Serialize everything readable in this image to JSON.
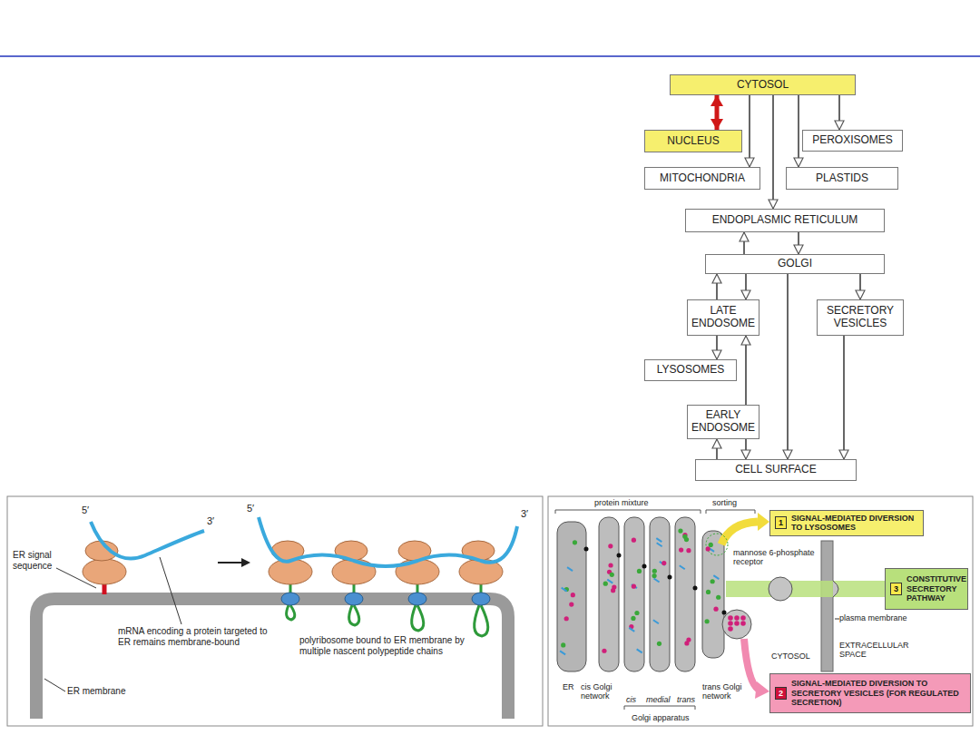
{
  "diagram": {
    "nodes": [
      {
        "text": [
          "CYTOSOL"
        ]
      },
      {
        "text": [
          "NUCLEUS"
        ]
      },
      {
        "text": [
          "PEROXISOMES"
        ]
      },
      {
        "text": [
          "MITOCHONDRIA"
        ]
      },
      {
        "text": [
          "PLASTIDS"
        ]
      },
      {
        "text": [
          "ENDOPLASMIC RETICULUM"
        ]
      },
      {
        "text": [
          "GOLGI"
        ]
      },
      {
        "text": [
          "LATE ENDOSOME"
        ]
      },
      {
        "text": [
          "SECRETORY VESICLES"
        ]
      },
      {
        "text": [
          "LYSOSOMES"
        ]
      },
      {
        "text": [
          "EARLY ENDOSOME"
        ]
      },
      {
        "text": [
          "CELL SURFACE"
        ]
      },
      {
        "text": [
          "1",
          "SIGNAL-MEDIATED DIVERSION TO LYSOSOMES"
        ]
      },
      {
        "text": [
          "3",
          "CONSTITUTIVE SECRETORY PATHWAY"
        ]
      },
      {
        "text": [
          "2",
          "SIGNAL-MEDIATED DIVERSION TO SECRETORY VESICLES (FOR REGULATED SECRETION)"
        ]
      }
    ],
    "edges": [
      {
        "from": 0,
        "to": 1,
        "arrow": "both"
      },
      {
        "from": 0,
        "to": 2,
        "arrow": "to"
      },
      {
        "from": 0,
        "to": 3,
        "arrow": "to"
      },
      {
        "from": 0,
        "to": 4,
        "arrow": "to"
      },
      {
        "from": 0,
        "to": 5,
        "arrow": "to"
      },
      {
        "from": 5,
        "to": 6,
        "arrow": "to"
      },
      {
        "from": 6,
        "to": 5,
        "arrow": "to"
      },
      {
        "from": 6,
        "to": 7,
        "arrow": "to"
      },
      {
        "from": 7,
        "to": 6,
        "arrow": "to"
      },
      {
        "from": 6,
        "to": 8,
        "arrow": "to"
      },
      {
        "from": 6,
        "to": 11,
        "arrow": "to"
      },
      {
        "from": 7,
        "to": 9,
        "arrow": "to"
      },
      {
        "from": 10,
        "to": 7,
        "arrow": "to"
      },
      {
        "from": 8,
        "to": 11,
        "arrow": "to"
      },
      {
        "from": 10,
        "to": 11,
        "arrow": "to"
      },
      {
        "from": 11,
        "to": 10,
        "arrow": "to"
      }
    ],
    "labels": [
      "5′",
      "3′",
      "ER signal sequence",
      "mRNA encoding a protein targeted to ER remains membrane-bound",
      "5′",
      "3′",
      "polyribosome bound to ER membrane by multiple nascent polypeptide chains",
      "ER membrane",
      "protein mixture",
      "sorting",
      "mannose 6-phosphate receptor",
      "plasma membrane",
      "CYTOSOL",
      "EXTRACELLULAR SPACE",
      "ER",
      "cis Golgi network",
      "cis",
      "medial",
      "trans",
      "trans Golgi network",
      "Golgi apparatus"
    ]
  }
}
